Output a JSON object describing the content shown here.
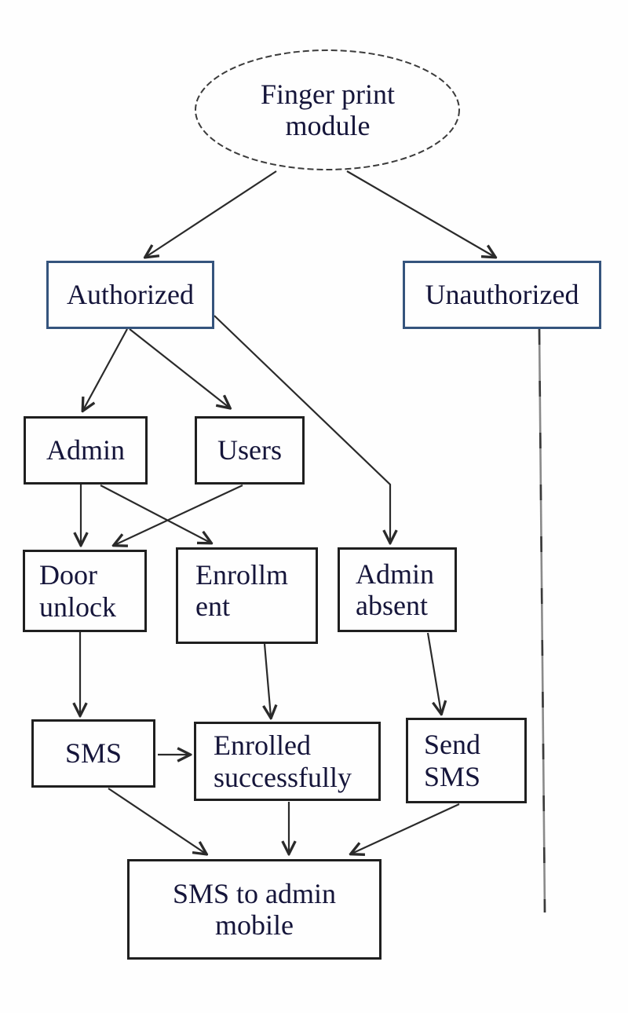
{
  "nodes": {
    "fingerprint": {
      "label": "Finger print module",
      "shape": "ellipse"
    },
    "authorized": {
      "label": "Authorized",
      "shape": "rect"
    },
    "unauthorized": {
      "label": "Unauthorized",
      "shape": "rect"
    },
    "admin": {
      "label": "Admin",
      "shape": "rect"
    },
    "users": {
      "label": "Users",
      "shape": "rect"
    },
    "door_unlock": {
      "label": "Door unlock",
      "shape": "rect"
    },
    "enrollment": {
      "label": "Enrollm ent",
      "shape": "rect"
    },
    "admin_absent": {
      "label": "Admin absent",
      "shape": "rect"
    },
    "sms": {
      "label": "SMS",
      "shape": "rect"
    },
    "enrolled_successfully": {
      "label": "Enrolled successfully",
      "shape": "rect"
    },
    "send_sms": {
      "label": "Send SMS",
      "shape": "rect"
    },
    "sms_to_admin": {
      "label": "SMS to admin mobile",
      "shape": "rect"
    }
  },
  "edges": [
    {
      "from": "fingerprint",
      "to": "authorized",
      "arrow": true
    },
    {
      "from": "fingerprint",
      "to": "unauthorized",
      "arrow": true
    },
    {
      "from": "authorized",
      "to": "admin",
      "arrow": true
    },
    {
      "from": "authorized",
      "to": "users",
      "arrow": true
    },
    {
      "from": "authorized",
      "to": "admin_absent",
      "arrow": true
    },
    {
      "from": "admin",
      "to": "door_unlock",
      "arrow": true
    },
    {
      "from": "admin",
      "to": "enrollment",
      "arrow": true
    },
    {
      "from": "users",
      "to": "door_unlock",
      "arrow": true
    },
    {
      "from": "enrollment",
      "to": "enrolled_successfully",
      "arrow": true
    },
    {
      "from": "admin_absent",
      "to": "send_sms",
      "arrow": true
    },
    {
      "from": "door_unlock",
      "to": "sms",
      "arrow": true
    },
    {
      "from": "sms",
      "to": "enrolled_successfully",
      "arrow": true
    },
    {
      "from": "sms",
      "to": "sms_to_admin",
      "arrow": true
    },
    {
      "from": "enrolled_successfully",
      "to": "sms_to_admin",
      "arrow": true
    },
    {
      "from": "send_sms",
      "to": "sms_to_admin",
      "arrow": true
    },
    {
      "from": "unauthorized",
      "to": "bottom-right",
      "arrow": false,
      "style": "faded-vertical-line"
    }
  ],
  "colors": {
    "accent_border": "#35547d",
    "box_border": "#1f1f1f",
    "text": "#15153a",
    "line": "#2a2a2a",
    "faded_line": "#8a8a8a",
    "background": "#fefefe"
  }
}
